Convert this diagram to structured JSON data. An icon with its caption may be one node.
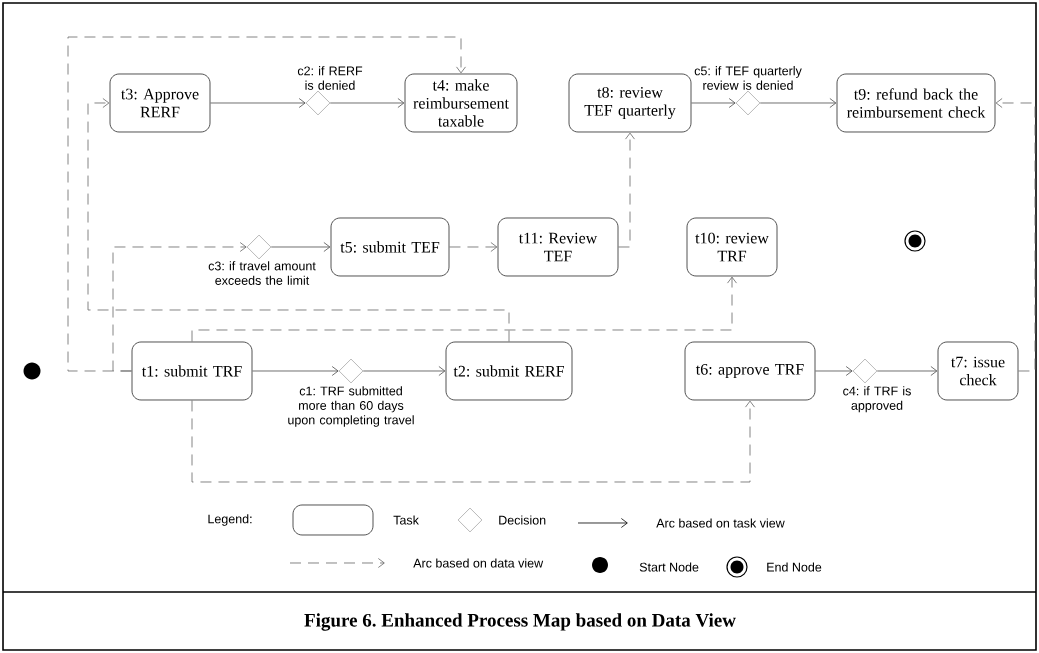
{
  "diagram": {
    "caption": "Figure 6. Enhanced Process Map based on Data View",
    "nodes": [
      {
        "text": [
          "t3: Approve RERF"
        ]
      },
      {
        "text": [],
        "shape": "diamond",
        "beside": [
          "c2: if RERF is denied"
        ]
      },
      {
        "text": [
          "t4: make reimbursement taxable"
        ]
      },
      {
        "text": [
          "t8: review TEF quarterly"
        ]
      },
      {
        "text": [],
        "shape": "diamond",
        "beside": [
          "c5: if TEF quarterly review is denied"
        ]
      },
      {
        "text": [
          "t9: refund back the reimbursement check"
        ]
      },
      {
        "text": [],
        "shape": "diamond",
        "beside": [
          "c3: if travel amount exceeds the limit"
        ]
      },
      {
        "text": [
          "t5: submit TEF"
        ]
      },
      {
        "text": [
          "t11: Review TEF"
        ]
      },
      {
        "text": [
          "t10: review TRF"
        ]
      },
      {
        "text": [],
        "shape": "circle"
      },
      {
        "text": [],
        "shape": "circle"
      },
      {
        "text": [
          "t1: submit TRF"
        ]
      },
      {
        "text": [],
        "shape": "diamond",
        "beside": [
          "c1: TRF submitted more than 60 days upon completing travel"
        ]
      },
      {
        "text": [
          "t2: submit RERF"
        ]
      },
      {
        "text": [
          "t6: approve TRF"
        ]
      },
      {
        "text": [],
        "shape": "diamond",
        "beside": [
          "c4: if TRF is approved"
        ]
      },
      {
        "text": [
          "t7: issue check"
        ]
      }
    ],
    "edges": [
      {
        "from": 12,
        "to": 2,
        "arrow": "to",
        "style": "dashed"
      },
      {
        "from": 14,
        "to": 0,
        "arrow": "to",
        "style": "dashed"
      },
      {
        "from": 12,
        "to": 6,
        "arrow": "to",
        "style": "dashed"
      },
      {
        "from": 0,
        "to": 1,
        "arrow": "to"
      },
      {
        "from": 1,
        "to": 2,
        "arrow": "to"
      },
      {
        "from": 6,
        "to": 7,
        "arrow": "to"
      },
      {
        "from": 7,
        "to": 8,
        "arrow": "to",
        "style": "dashed"
      },
      {
        "from": 8,
        "to": 3,
        "arrow": "to",
        "style": "dashed"
      },
      {
        "from": 3,
        "to": 4,
        "arrow": "to"
      },
      {
        "from": 4,
        "to": 5,
        "arrow": "to"
      },
      {
        "from": 12,
        "to": 9,
        "arrow": "to",
        "style": "dashed"
      },
      {
        "from": 12,
        "to": 13,
        "arrow": "to"
      },
      {
        "from": 13,
        "to": 14,
        "arrow": "to"
      },
      {
        "from": 12,
        "to": 15,
        "arrow": "to",
        "style": "dashed"
      },
      {
        "from": 15,
        "to": 16,
        "arrow": "to"
      },
      {
        "from": 16,
        "to": 17,
        "arrow": "to"
      },
      {
        "from": 17,
        "to": 5,
        "arrow": "to",
        "style": "dashed"
      }
    ],
    "labels": [
      "Legend:"
    ],
    "legend": [
      {
        "text": "Task"
      },
      {
        "text": "Decision"
      },
      {
        "text": "Arc based on task view"
      },
      {
        "text": "Arc based on data view"
      },
      {
        "text": "Start Node"
      },
      {
        "text": "End Node"
      }
    ]
  }
}
